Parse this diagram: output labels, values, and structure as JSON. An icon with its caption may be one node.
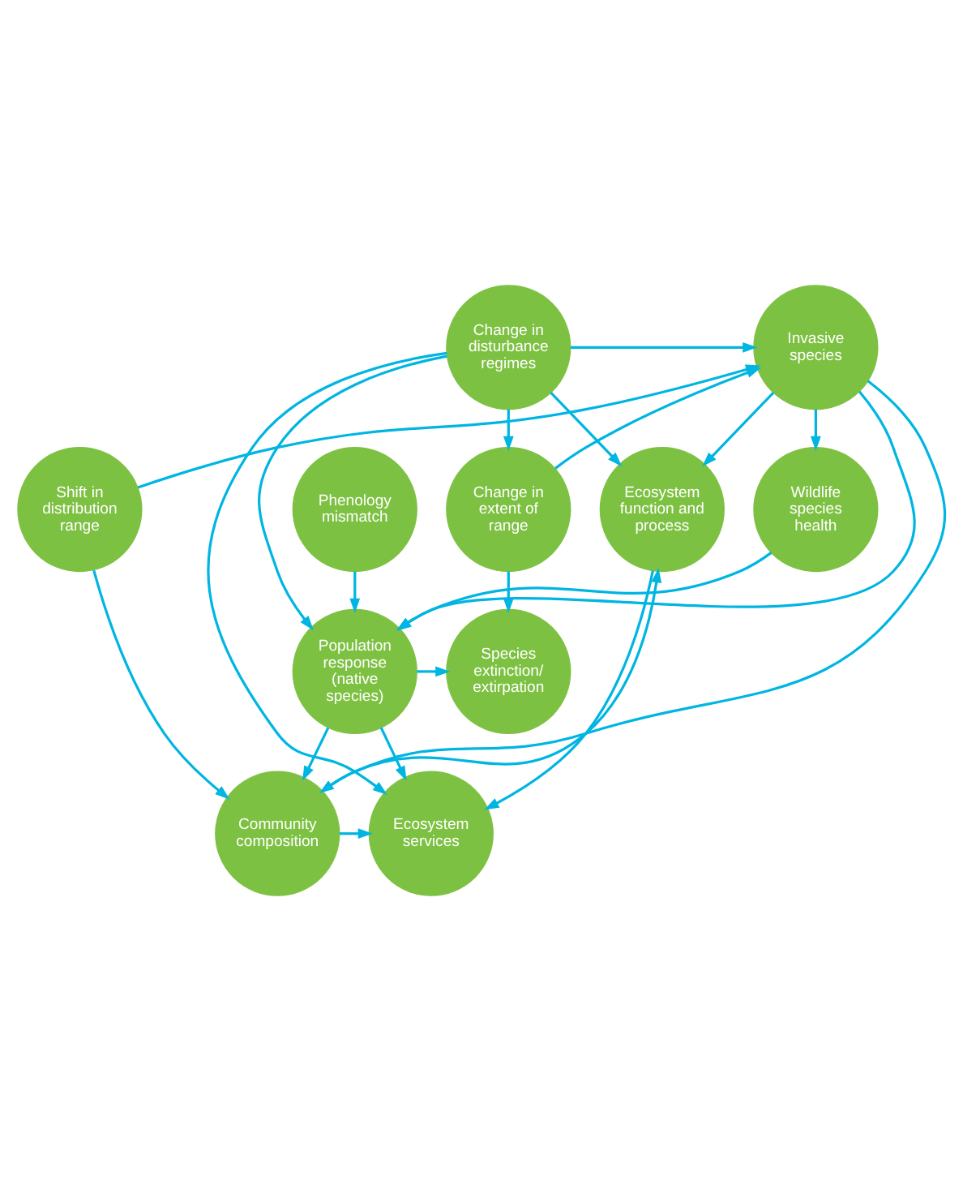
{
  "diagram": {
    "nodes": [
      {
        "text": [
          "Invasive species"
        ]
      },
      {
        "text": [
          "Change in disturbance regimes"
        ]
      },
      {
        "text": [
          "Wildlife species health"
        ]
      },
      {
        "text": [
          "Change in extent of range"
        ]
      },
      {
        "text": [
          "Phenology mismatch"
        ]
      },
      {
        "text": [
          "Ecosystem function and process"
        ]
      },
      {
        "text": [
          "Shift in distribution range"
        ]
      },
      {
        "text": [
          "Population response (native species)"
        ]
      },
      {
        "text": [
          "Species extinction/ extirpation"
        ]
      },
      {
        "text": [
          "Ecosystem services"
        ]
      },
      {
        "text": [
          "Community composition"
        ]
      }
    ],
    "edges": [
      {
        "from": 1,
        "to": 0,
        "arrow": "to"
      },
      {
        "from": 0,
        "to": 2,
        "arrow": "to"
      },
      {
        "from": 1,
        "to": 3,
        "arrow": "to"
      },
      {
        "from": 3,
        "to": 0,
        "arrow": "to"
      },
      {
        "from": 6,
        "to": 0,
        "arrow": "to"
      },
      {
        "from": 2,
        "to": 7,
        "arrow": "to"
      },
      {
        "from": 0,
        "to": 7,
        "arrow": "to"
      },
      {
        "from": 1,
        "to": 7,
        "arrow": "to"
      },
      {
        "from": 0,
        "to": 10,
        "arrow": "to"
      },
      {
        "from": 0,
        "to": 5,
        "arrow": "to"
      },
      {
        "from": 1,
        "to": 5,
        "arrow": "to"
      },
      {
        "from": 1,
        "to": 9,
        "arrow": "to"
      },
      {
        "from": 5,
        "to": 9,
        "arrow": "to"
      },
      {
        "from": 3,
        "to": 8,
        "arrow": "to"
      },
      {
        "from": 6,
        "to": 10,
        "arrow": "to"
      },
      {
        "from": 4,
        "to": 7,
        "arrow": "to"
      },
      {
        "from": 7,
        "to": 9,
        "arrow": "to"
      },
      {
        "from": 7,
        "to": 8,
        "arrow": "to"
      },
      {
        "from": 7,
        "to": 10,
        "arrow": "to"
      },
      {
        "from": 10,
        "to": 5,
        "arrow": "to"
      },
      {
        "from": 10,
        "to": 9,
        "arrow": "to"
      }
    ]
  }
}
